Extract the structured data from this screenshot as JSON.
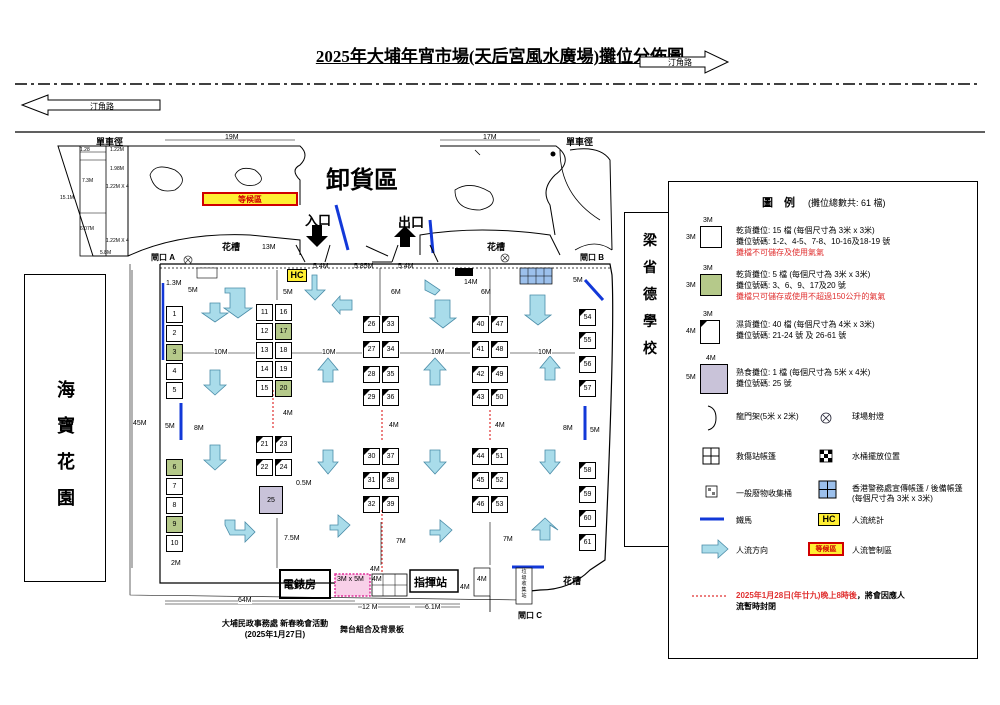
{
  "title": "2025年大埔年宵市場(天后宮風水廣場)攤位分佈圖",
  "roads": {
    "ting_kok_top": "汀角路",
    "ting_kok_left": "汀角路"
  },
  "map": {
    "cycle_track_left": "單車徑",
    "cycle_track_right": "單車徑",
    "unload_zone": "卸貨區",
    "entrance": "入口",
    "exit": "出口",
    "waiting_zone": "等候區",
    "planter": "花槽",
    "gate_a": "閘口 A",
    "gate_b": "閘口 B",
    "gate_c": "閘口 C",
    "hc": "HC",
    "control_room": "電錶房",
    "command_post": "指揮站",
    "left_garden": [
      "海",
      "寶",
      "花",
      "園"
    ],
    "right_school": [
      "梁",
      "省",
      "德",
      "學",
      "校"
    ],
    "side_vertical": [
      "垃",
      "圾",
      "收",
      "集",
      "站"
    ],
    "event_note": "大埔民政事務處 新春晚會活動",
    "event_date": "(2025年1月27日)",
    "stage_note": "舞台組合及背景板",
    "left_struct_labels": [
      "1.28",
      "1.22M",
      "1.98M",
      "7.3M",
      "1.22M X 4",
      "15.1M",
      "6.07M",
      "1.22M X 4",
      "5.8M"
    ]
  },
  "dims": {
    "d19m": "19M",
    "d17m": "17M",
    "d13m": "13M",
    "d5_4m_a": "5.4M",
    "d5_85m": "5.85M",
    "d5_4m_b": "5.4M",
    "d14m": "14M",
    "d1_3m": "1.3M",
    "d5m_a": "5M",
    "d5m_b": "5M",
    "d6m_a": "6M",
    "d6m_b": "6M",
    "d5m_c": "5M",
    "d10m_a": "10M",
    "d10m_b": "10M",
    "d10m_c": "10M",
    "d10m_d": "10M",
    "d45m": "45M",
    "d8m_a": "8M",
    "d8m_b": "8M",
    "d5m_l": "5M",
    "d5m_r": "5M",
    "d4m_a": "4M",
    "d4m_b": "4M",
    "d4m_c": "4M",
    "d0_5m": "0.5M",
    "d7_5m": "7.5M",
    "d7m_a": "7M",
    "d7m_b": "7M",
    "d2m": "2M",
    "d4m_d": "4M",
    "d4m_e": "4M",
    "d3x5": "3M x 5M",
    "d4m_f": "4M",
    "d4m_g": "4M",
    "d12m": "12 M",
    "d6_1m": "6.1M",
    "d64m": "64M"
  },
  "stalls": {
    "s1": "1",
    "s2": "2",
    "s3": "3",
    "s4": "4",
    "s5": "5",
    "s6": "6",
    "s7": "7",
    "s8": "8",
    "s9": "9",
    "s10": "10",
    "s11": "11",
    "s12": "12",
    "s13": "13",
    "s14": "14",
    "s15": "15",
    "s16": "16",
    "s17": "17",
    "s18": "18",
    "s19": "19",
    "s20": "20",
    "s21": "21",
    "s22": "22",
    "s23": "23",
    "s24": "24",
    "s25": "25",
    "s26": "26",
    "s27": "27",
    "s28": "28",
    "s29": "29",
    "s30": "30",
    "s31": "31",
    "s32": "32",
    "s33": "33",
    "s34": "34",
    "s35": "35",
    "s36": "36",
    "s37": "37",
    "s38": "38",
    "s39": "39",
    "s40": "40",
    "s41": "41",
    "s42": "42",
    "s43": "43",
    "s44": "44",
    "s45": "45",
    "s46": "46",
    "s47": "47",
    "s48": "48",
    "s49": "49",
    "s50": "50",
    "s51": "51",
    "s52": "52",
    "s53": "53",
    "s54": "54",
    "s55": "55",
    "s56": "56",
    "s57": "57",
    "s58": "58",
    "s59": "59",
    "s60": "60",
    "s61": "61"
  },
  "legend": {
    "heading": "圖　例",
    "total": "(攤位總數共: 61 檔)",
    "dry1_size": "3M",
    "dry1_l1": "乾貨攤位: 15 檔 (每個尺寸為 3米 x 3米)",
    "dry1_l2": "攤位號碼: 1-2、4-5、7-8、10-16及18-19 號",
    "dry1_l3": "攤檔不可儲存及使用氣氣",
    "dry2_size": "3M",
    "dry2_l1": "乾貨攤位: 5 檔 (每個尺寸為 3米 x 3米)",
    "dry2_l2": "攤位號碼: 3、6、9、17及20 號",
    "dry2_l3": "攤檔只可儲存或使用不超過150公升的氣氣",
    "wet_size": "3M",
    "wet_side": "4M",
    "wet_l1": "濕貨攤位: 40 檔 (每個尺寸為 4米 x 3米)",
    "wet_l2": "攤位號碼: 21-24 號 及 26-61 號",
    "hot_size": "4M",
    "hot_side": "5M",
    "hot_l1": "熟食攤位: 1 檔 (每個尺寸為 5米 x 4米)",
    "hot_l2": "攤位號碼: 25 號",
    "dragon_gate": "龍門架(5米 x 2米)",
    "ball_light": "球場射燈",
    "first_aid": "救傷站帳篷",
    "water_barrel": "水桶擺放位置",
    "waste": "一般廢物收集桶",
    "police": "香港警務處宣傳帳篷 / 後備帳篷",
    "police_size": "(每個尺寸為 3米 x 3米)",
    "barrier": "鐵馬",
    "hc_label": "HC",
    "crowd_count": "人流統計",
    "flow": "人流方向",
    "control_label": "等候區",
    "crowd_control": "人流管制區",
    "closure_l1": "2025年1月28日(年廿九)晚上8時後",
    "closure_l1b": "，將會因應人",
    "closure_l2": "流暫時封閉"
  }
}
